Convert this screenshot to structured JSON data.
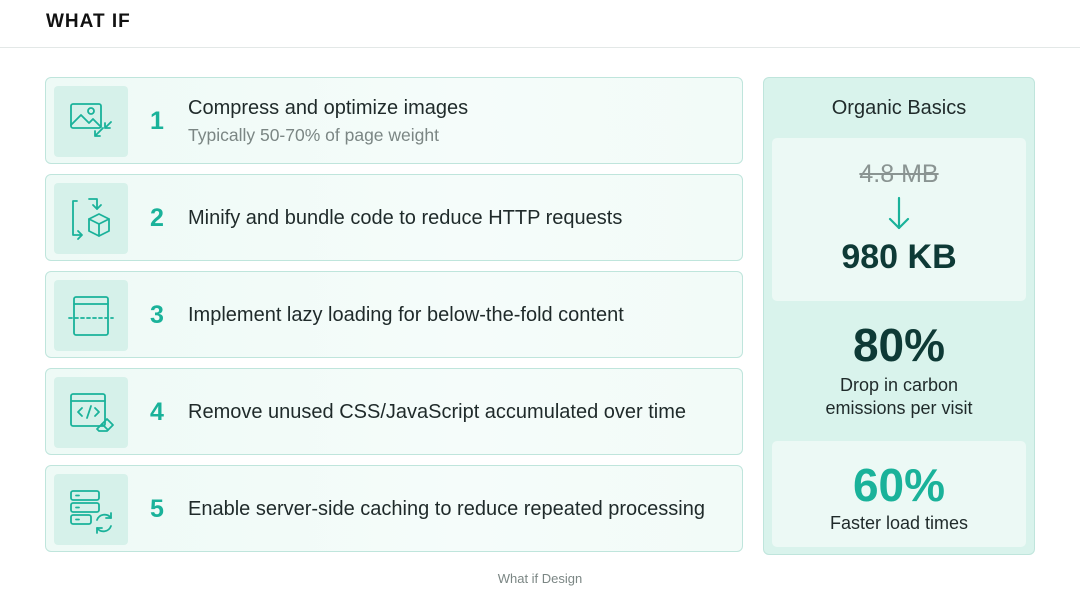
{
  "header": {
    "logo": "WHAT IF"
  },
  "steps": [
    {
      "number": "1",
      "title": "Compress and optimize images",
      "subtitle": "Typically 50-70% of page weight",
      "icon": "image-compress-icon"
    },
    {
      "number": "2",
      "title": "Minify and bundle code to reduce HTTP requests",
      "subtitle": "",
      "icon": "bundle-box-icon"
    },
    {
      "number": "3",
      "title": "Implement lazy loading for below-the-fold content",
      "subtitle": "",
      "icon": "lazy-load-window-icon"
    },
    {
      "number": "4",
      "title": "Remove unused CSS/JavaScript accumulated over time",
      "subtitle": "",
      "icon": "code-eraser-icon"
    },
    {
      "number": "5",
      "title": "Enable server-side caching to reduce repeated processing",
      "subtitle": "",
      "icon": "server-refresh-icon"
    }
  ],
  "panel": {
    "title": "Organic Basics",
    "before_size": "4.8 MB",
    "after_size": "980 KB",
    "stat_carbon": {
      "value": "80%",
      "label_line1": "Drop in carbon",
      "label_line2": "emissions per visit"
    },
    "stat_load": {
      "value": "60%",
      "label": "Faster load times"
    }
  },
  "footer": {
    "text": "What if Design"
  },
  "colors": {
    "accent": "#1ab29a",
    "dark": "#0e3a36",
    "panel_bg": "#d9f3ec",
    "card_bg": "#ecf9f5",
    "border": "#bfe5dc"
  }
}
